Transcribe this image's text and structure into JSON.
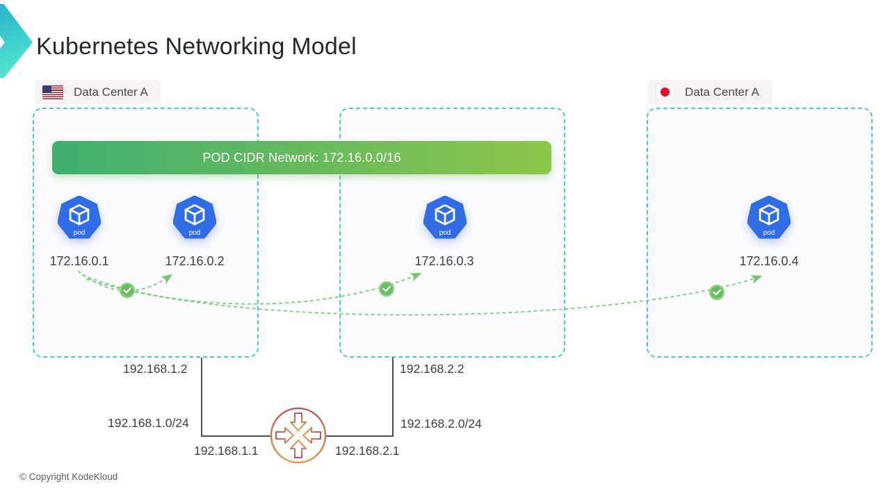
{
  "slide": {
    "title": "Kubernetes Networking Model",
    "copyright": "© Copyright KodeKloud"
  },
  "datacenters": {
    "left": {
      "label": "Data Center A",
      "flag": "us-flag-icon"
    },
    "right": {
      "label": "Data Center A",
      "flag": "japan-flag-icon"
    }
  },
  "banner": {
    "text": "POD CIDR Network: 172.16.0.0/16"
  },
  "pods": [
    {
      "name": "pod",
      "ip": "172.16.0.1"
    },
    {
      "name": "pod",
      "ip": "172.16.0.2"
    },
    {
      "name": "pod",
      "ip": "172.16.0.3"
    },
    {
      "name": "pod",
      "ip": "172.16.0.4"
    }
  ],
  "network": {
    "node1": {
      "ip": "192.168.1.2",
      "cidr": "192.168.1.0/24",
      "router_port": "192.168.1.1"
    },
    "node2": {
      "ip": "192.168.2.2",
      "cidr": "192.168.2.0/24",
      "router_port": "192.168.2.1"
    }
  },
  "icons": {
    "logo": "chevron-logo",
    "pod": "kubernetes-pod-icon",
    "router": "router-icon",
    "reachability": "success-check-icon"
  },
  "colors": {
    "box_border_teal": "#45c7d6",
    "pod_blue": "#326ce5",
    "banner_gradient_start": "#3fae70",
    "banner_gradient_end": "#8dc64a",
    "curve_green": "#7fc783",
    "check_green": "#68bd60",
    "router_orange_top": "#b85961",
    "router_orange_bottom": "#df9a4b",
    "line_gray": "#4f4f4f"
  }
}
